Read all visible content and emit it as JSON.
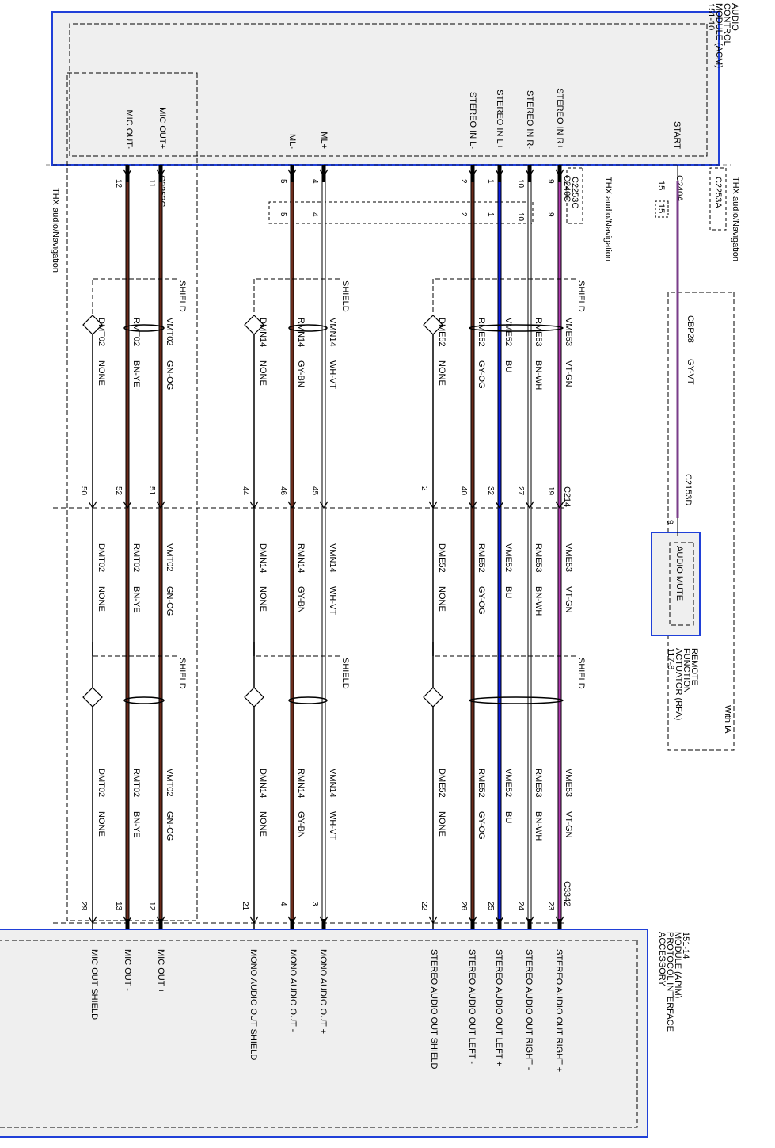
{
  "diagram": {
    "acm": {
      "title_lines": [
        "AUDIO",
        "CONTROL",
        "MODULE (ACM)",
        "151-10"
      ],
      "pins": [
        "START",
        "STEREO IN R+",
        "STEREO IN R-",
        "STEREO IN L+",
        "STEREO IN L-",
        "ML+",
        "ML-",
        "MIC OUT+",
        "MIC OUT-"
      ]
    },
    "apim": {
      "title_lines": [
        "ACCESSORY",
        "PROTOCOL INTERFACE",
        "MODULE (APIM)",
        "151-14"
      ],
      "pins": [
        "STEREO AUDIO OUT RIGHT +",
        "STEREO AUDIO OUT RIGHT -",
        "STEREO AUDIO OUT LEFT +",
        "STEREO AUDIO OUT LEFT -",
        "STEREO AUDIO OUT SHIELD",
        "MONO AUDIO OUT +",
        "MONO AUDIO OUT -",
        "MONO AUDIO OUT SHIELD",
        "MIC OUT +",
        "MIC OUT -",
        "MIC OUT SHIELD"
      ]
    },
    "rfa": {
      "title_lines": [
        "REMOTE",
        "FUNCTION",
        "ACTUATOR (RFA)",
        "117-8"
      ],
      "pin_label": "AUDIO MUTE",
      "condition": "With IA"
    },
    "option_thx": "THX audio/Navigation",
    "shield_label": "SHIELD",
    "connectors": {
      "c240a": "C240A",
      "c2253a": "C2253A",
      "c240c": "C240C",
      "c2253c_top": "C2253C",
      "c2253c_left": "C2253C",
      "c214": "C214",
      "c3342": "C3342",
      "c2153d": "C2153D"
    },
    "pin_numbers": {
      "start_c240a": "15",
      "start_c2253a": "15",
      "rfa_pin": "9",
      "c240c": [
        "9",
        "10",
        "1",
        "2",
        "4",
        "5"
      ],
      "c2253c_top": [
        "9",
        "10",
        "1",
        "2",
        "4",
        "5"
      ],
      "c2253c_left": [
        "11",
        "12"
      ],
      "c214": [
        "19",
        "27",
        "32",
        "40",
        "2",
        "45",
        "46",
        "44",
        "51",
        "52",
        "50"
      ],
      "c3342": [
        "23",
        "24",
        "25",
        "26",
        "22",
        "3",
        "4",
        "21",
        "12",
        "13",
        "29"
      ]
    },
    "circuits": [
      {
        "code": "CBP28",
        "color": "GY-VT"
      },
      {
        "code": "VME53",
        "color": "VT-GN"
      },
      {
        "code": "RME53",
        "color": "BN-WH"
      },
      {
        "code": "VME52",
        "color": "BU"
      },
      {
        "code": "RME52",
        "color": "GY-OG"
      },
      {
        "code": "DME52",
        "color": "NONE"
      },
      {
        "code": "VMN14",
        "color": "WH-VT"
      },
      {
        "code": "RMN14",
        "color": "GY-BN"
      },
      {
        "code": "DMN14",
        "color": "NONE"
      },
      {
        "code": "VMT02",
        "color": "GN-OG"
      },
      {
        "code": "RMT02",
        "color": "BN-YE"
      },
      {
        "code": "DMT02",
        "color": "NONE"
      }
    ],
    "colors": {
      "module_border": "#2040d8",
      "module_fill": "#efefef",
      "violet_green": "#b03cb0",
      "gray_violet": "#7a3d8a",
      "blue": "#0a1ee6",
      "brown": "#6b2a1a",
      "black": "#000000",
      "white_wire": "#ffffff"
    }
  }
}
